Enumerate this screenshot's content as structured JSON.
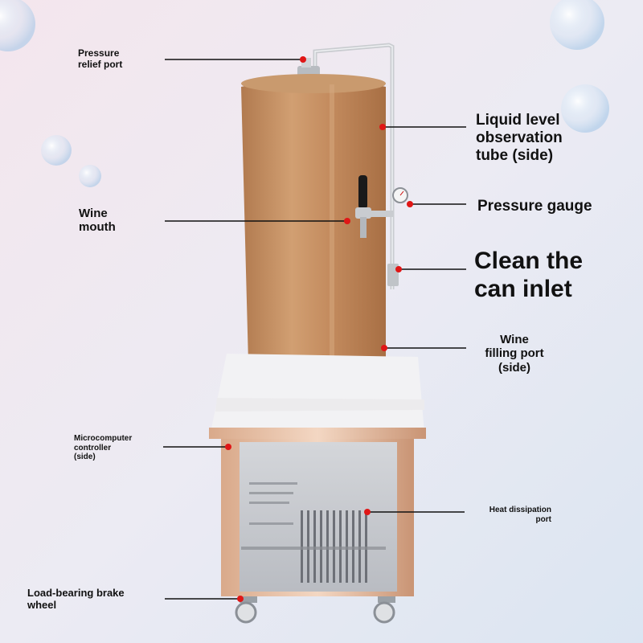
{
  "labels": {
    "pressure_relief_port": "Pressure\nrelief port",
    "liquid_level_tube": "Liquid level\nobservation\ntube (side)",
    "pressure_gauge": "Pressure gauge",
    "wine_mouth": "Wine\nmouth",
    "clean_can_inlet": "Clean the\ncan inlet",
    "wine_filling_port": "Wine\nfilling port\n(side)",
    "microcomputer_controller": "Microcomputer\ncontroller\n(side)",
    "heat_dissipation_port": "Heat dissipation\nport",
    "brake_wheel": "Load-bearing brake\nwheel"
  },
  "colors": {
    "marker": "#e01616",
    "leader_line": "#111111",
    "tank_copper": "#c08a5e",
    "background_top": "#f3e7ee",
    "background_bottom": "#dde6f2"
  }
}
